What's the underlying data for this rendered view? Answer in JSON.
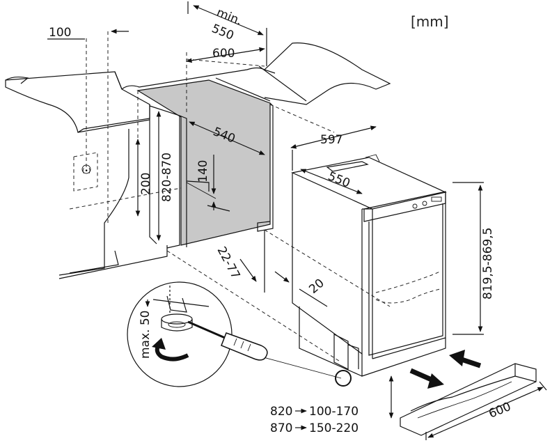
{
  "unit_label": "[mm]",
  "dimensions": {
    "top_min": "min.",
    "top_550": "550",
    "top_600": "600",
    "left_100": "100",
    "niche_540": "540",
    "niche_140": "140",
    "niche_200": "200",
    "niche_height": "820-870",
    "plinth_gap": "22-77",
    "appliance_width": "597",
    "appliance_depth": "550",
    "appliance_height": "819,5-869,5",
    "side_20": "20",
    "foot_adjust": "max. 50",
    "plinth_width": "600"
  },
  "plinth_table": [
    {
      "from": "820",
      "to": "100-170"
    },
    {
      "from": "870",
      "to": "150-220"
    }
  ],
  "icons": {
    "screwdriver": "screwdriver-icon",
    "rotate_arrow": "rotate-arrow-icon",
    "push_arrow": "push-arrow-icon",
    "pull_arrow": "pull-arrow-icon"
  }
}
